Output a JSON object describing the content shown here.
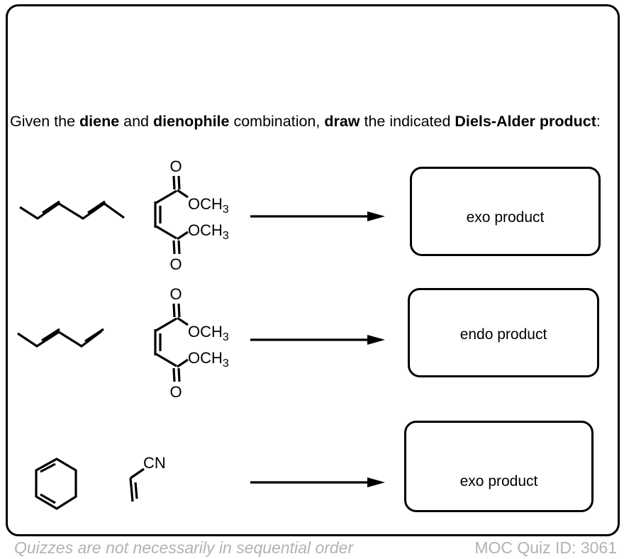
{
  "colors": {
    "ink": "#000000",
    "muted_gray": "#b2b2b2",
    "background": "#ffffff"
  },
  "title": {
    "segments": [
      {
        "text": "Given the "
      },
      {
        "text": "diene"
      },
      {
        "text": " and "
      },
      {
        "text": "dienophile"
      },
      {
        "text": " combination, "
      },
      {
        "text": "draw"
      },
      {
        "text": " the indicated "
      },
      {
        "text": "Diels-Alder product"
      },
      {
        "text": ":"
      }
    ]
  },
  "reactions": [
    {
      "diene": "(2E,4E)-hexa-2,4-diene",
      "dienophile": "dimethyl maleate",
      "product_label": "exo product"
    },
    {
      "diene": "(E)-penta-1,3-diene",
      "dienophile": "dimethyl maleate",
      "product_label": "endo product"
    },
    {
      "diene": "1,3-cyclohexadiene",
      "dienophile": "acrylonitrile",
      "product_label": "exo product"
    }
  ],
  "structure_labels": {
    "carbonyl_oxygen": "O",
    "methoxy": "OCH",
    "methoxy_subscript": "3",
    "nitrile": "CN"
  },
  "footer": {
    "left_note": "Quizzes are not necessarily in sequential order",
    "right_note": "MOC Quiz ID: 3061"
  }
}
